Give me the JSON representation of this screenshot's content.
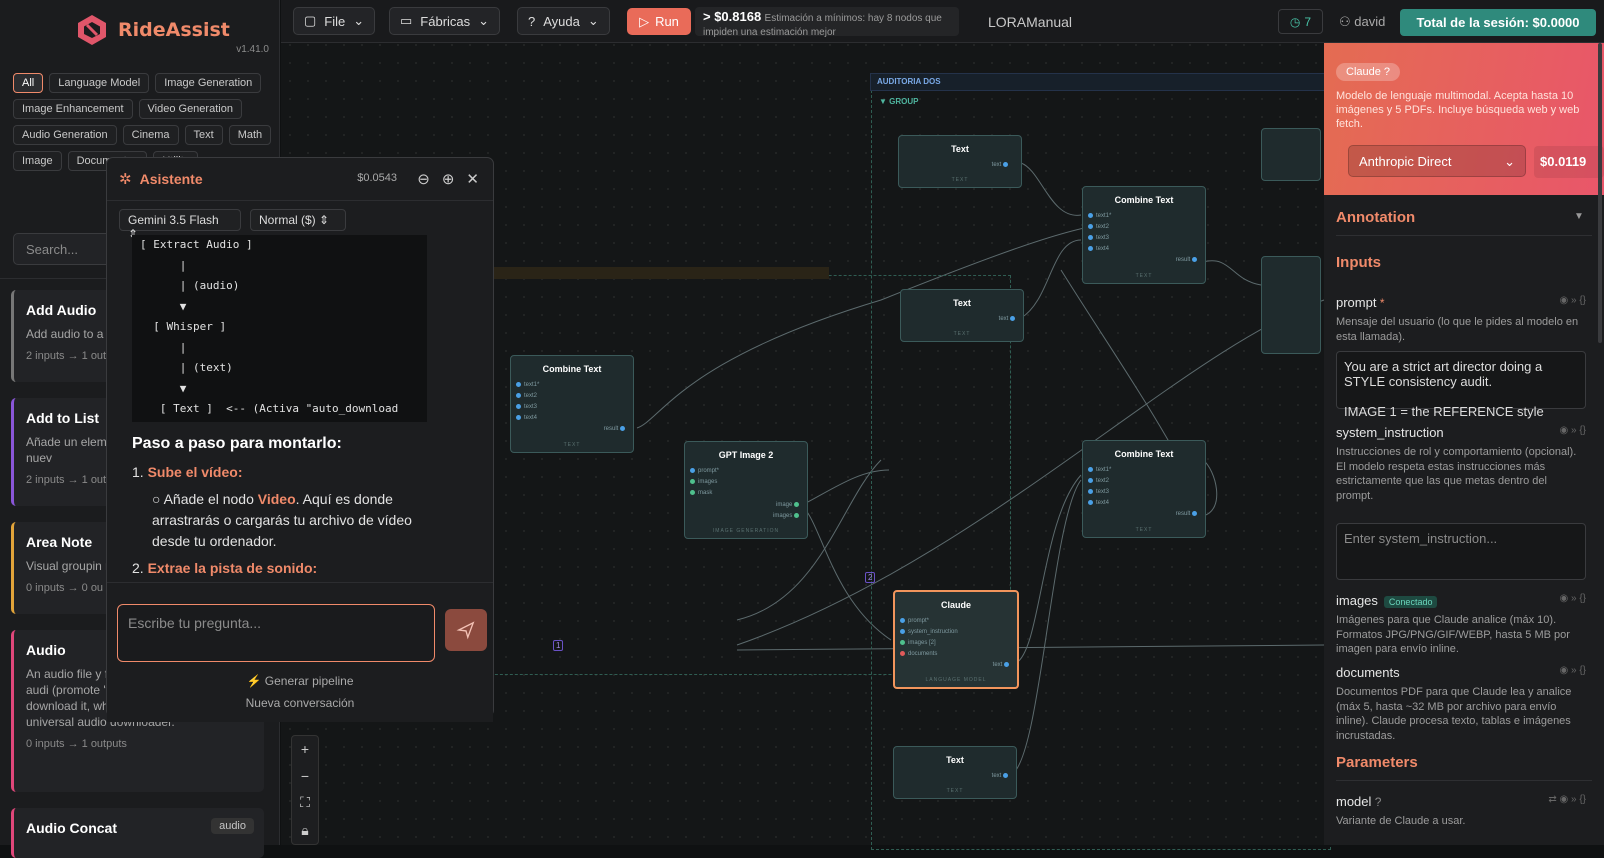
{
  "app": {
    "name": "RideAssist",
    "version": "v1.41.0"
  },
  "filters": [
    "All",
    "Language Model",
    "Image Generation",
    "Image Enhancement",
    "Video Generation",
    "Audio Generation",
    "Cinema",
    "Text",
    "Math",
    "Image",
    "Documentos",
    "Utility"
  ],
  "search": {
    "placeholder": "Search..."
  },
  "cards": [
    {
      "title": "Add Audio",
      "desc": "Add audio to a it with the exis",
      "io": "2 inputs → 1 out",
      "color": "#777"
    },
    {
      "title": "Add to List",
      "desc": "Añade un elem existente. Si n crea una nuev",
      "io": "2 inputs → 1 out",
      "color": "#8a56d8"
    },
    {
      "title": "Area Note",
      "desc": "Visual groupin resize. Does n",
      "io": "0 inputs → 0 ou",
      "color": "#e2a43a"
    },
    {
      "title": "Audio",
      "desc": "An audio file y feed into othe receive an audi (promote 'value' to an input) and download it, which makes it a handy universal audio downloader.",
      "io": "0 inputs → 1 outputs",
      "color": "#e0477a"
    },
    {
      "title": "Audio Concat",
      "desc": "",
      "io": "",
      "tag": "audio",
      "color": "#e0477a"
    }
  ],
  "topbar": {
    "file": "File",
    "factories": "Fábricas",
    "help": "Ayuda",
    "run": "Run",
    "cost": "> $0.8168",
    "cost_note": "Estimación a mínimos: hay 8 nodos que impiden una estimación mejor",
    "workflow": "LORAManual",
    "history": "7",
    "user": "david",
    "total": "Total de la sesión: $0.0000"
  },
  "canvas": {
    "group1": "AUDITORIA DOS",
    "group2": "▼ GROUP",
    "nodes": [
      {
        "title": "Text",
        "out": "text",
        "foot": "TEXT"
      },
      {
        "title": "Combine Text",
        "ins": [
          "text1*",
          "text2",
          "text3",
          "text4"
        ],
        "out": "result",
        "foot": "TEXT"
      },
      {
        "title": "Text",
        "out": "text",
        "foot": "TEXT"
      },
      {
        "title": "Combine Text",
        "ins": [
          "text1*",
          "text2",
          "text3",
          "text4"
        ],
        "out": "result",
        "foot": "TEXT"
      },
      {
        "title": "Combine Text",
        "ins": [
          "text1*",
          "text2",
          "text3",
          "text4"
        ],
        "out": "result",
        "foot": "TEXT"
      },
      {
        "title": "GPT Image 2",
        "ins": [
          "prompt*",
          "images",
          "mask"
        ],
        "outs": [
          "image",
          "images"
        ],
        "foot": "IMAGE GENERATION"
      },
      {
        "title": "Claude",
        "ins": [
          "prompt*",
          "system_instruction",
          "images [2]",
          "documents"
        ],
        "out": "text",
        "foot": "LANGUAGE MODEL"
      },
      {
        "title": "Text",
        "out": "text",
        "foot": "TEXT"
      }
    ],
    "edge_counts": [
      "2",
      "1"
    ]
  },
  "assistant": {
    "title": "Asistente",
    "cost": "$0.0543",
    "model": "Gemini 3.5 Flash",
    "mode": "Normal ($)",
    "code": "[ Extract Audio ]\n      |\n      | (audio)\n      ▼\n  [ Whisper ]\n      |\n      | (text)\n      ▼\n   [ Text ]  <-- (Activa \"auto_download",
    "heading": "Paso a paso para montarlo:",
    "step1": "Sube el vídeo:",
    "step1_pre": "Añade el nodo ",
    "step1_node": "Video",
    "step1_post": ". Aquí es donde arrastrarás o cargarás tu archivo de vídeo desde tu ordenador.",
    "step2": "Extrae la pista de sonido:",
    "placeholder": "Escribe tu pregunta...",
    "generate": "⚡ Generar pipeline",
    "new": "Nueva conversación"
  },
  "props": {
    "chip": "Claude",
    "desc": "Modelo de lenguaje multimodal. Acepta hasta 10 imágenes y 5 PDFs. Incluye búsqueda web y web fetch.",
    "provider": "Anthropic Direct",
    "price": "$0.0119",
    "annotation": "Annotation",
    "inputs": "Inputs",
    "parameters": "Parameters",
    "prompt": {
      "name": "prompt",
      "req": "*",
      "desc": "Mensaje del usuario (lo que le pides al modelo en esta llamada).",
      "value": "You are a strict art director doing a STYLE consistency audit.\n\nIMAGE 1 = the REFERENCE style"
    },
    "system": {
      "name": "system_instruction",
      "desc": "Instrucciones de rol y comportamiento (opcional). El modelo respeta estas instrucciones más estrictamente que las que metas dentro del prompt.",
      "placeholder": "Enter system_instruction..."
    },
    "images": {
      "name": "images",
      "badge": "Conectado",
      "desc": "Imágenes para que Claude analice (máx 10). Formatos JPG/PNG/GIF/WEBP, hasta 5 MB por imagen para envío inline."
    },
    "documents": {
      "name": "documents",
      "desc": "Documentos PDF para que Claude lea y analice (máx 5, hasta ~32 MB por archivo para envío inline). Claude procesa texto, tablas e imágenes incrustadas."
    },
    "model": {
      "name": "model",
      "desc": "Variante de Claude a usar."
    }
  }
}
